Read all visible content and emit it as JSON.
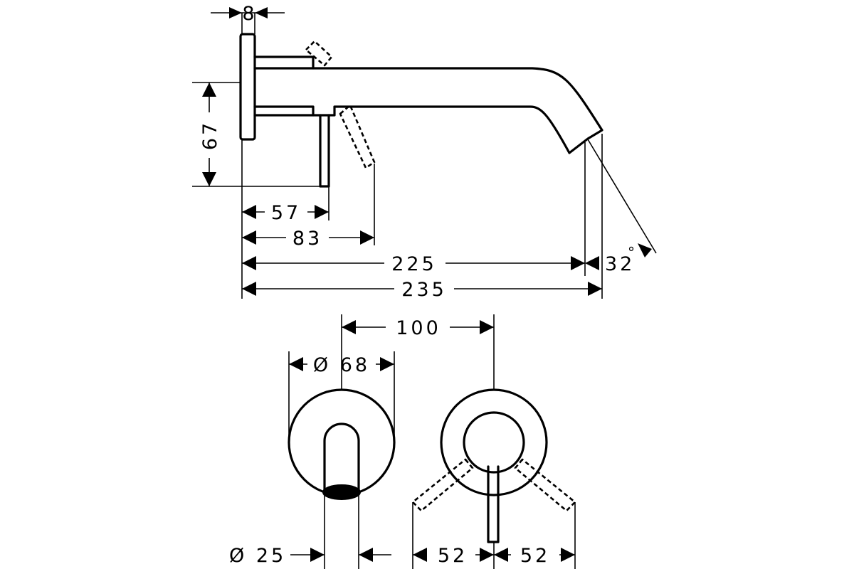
{
  "side_view": {
    "dim_wall_plate": "8",
    "dim_height": "67",
    "dim_lever_pos": "57",
    "dim_lever_swing": "83",
    "dim_spout_reach": "225",
    "dim_total": "235",
    "dim_angle": "32",
    "angle_symbol": "°"
  },
  "front_view": {
    "dim_spacing": "100",
    "dim_plate_dia": "Ø 68",
    "dim_spout_dia": "Ø 25",
    "dim_lever_left": "52",
    "dim_lever_right": "52"
  }
}
